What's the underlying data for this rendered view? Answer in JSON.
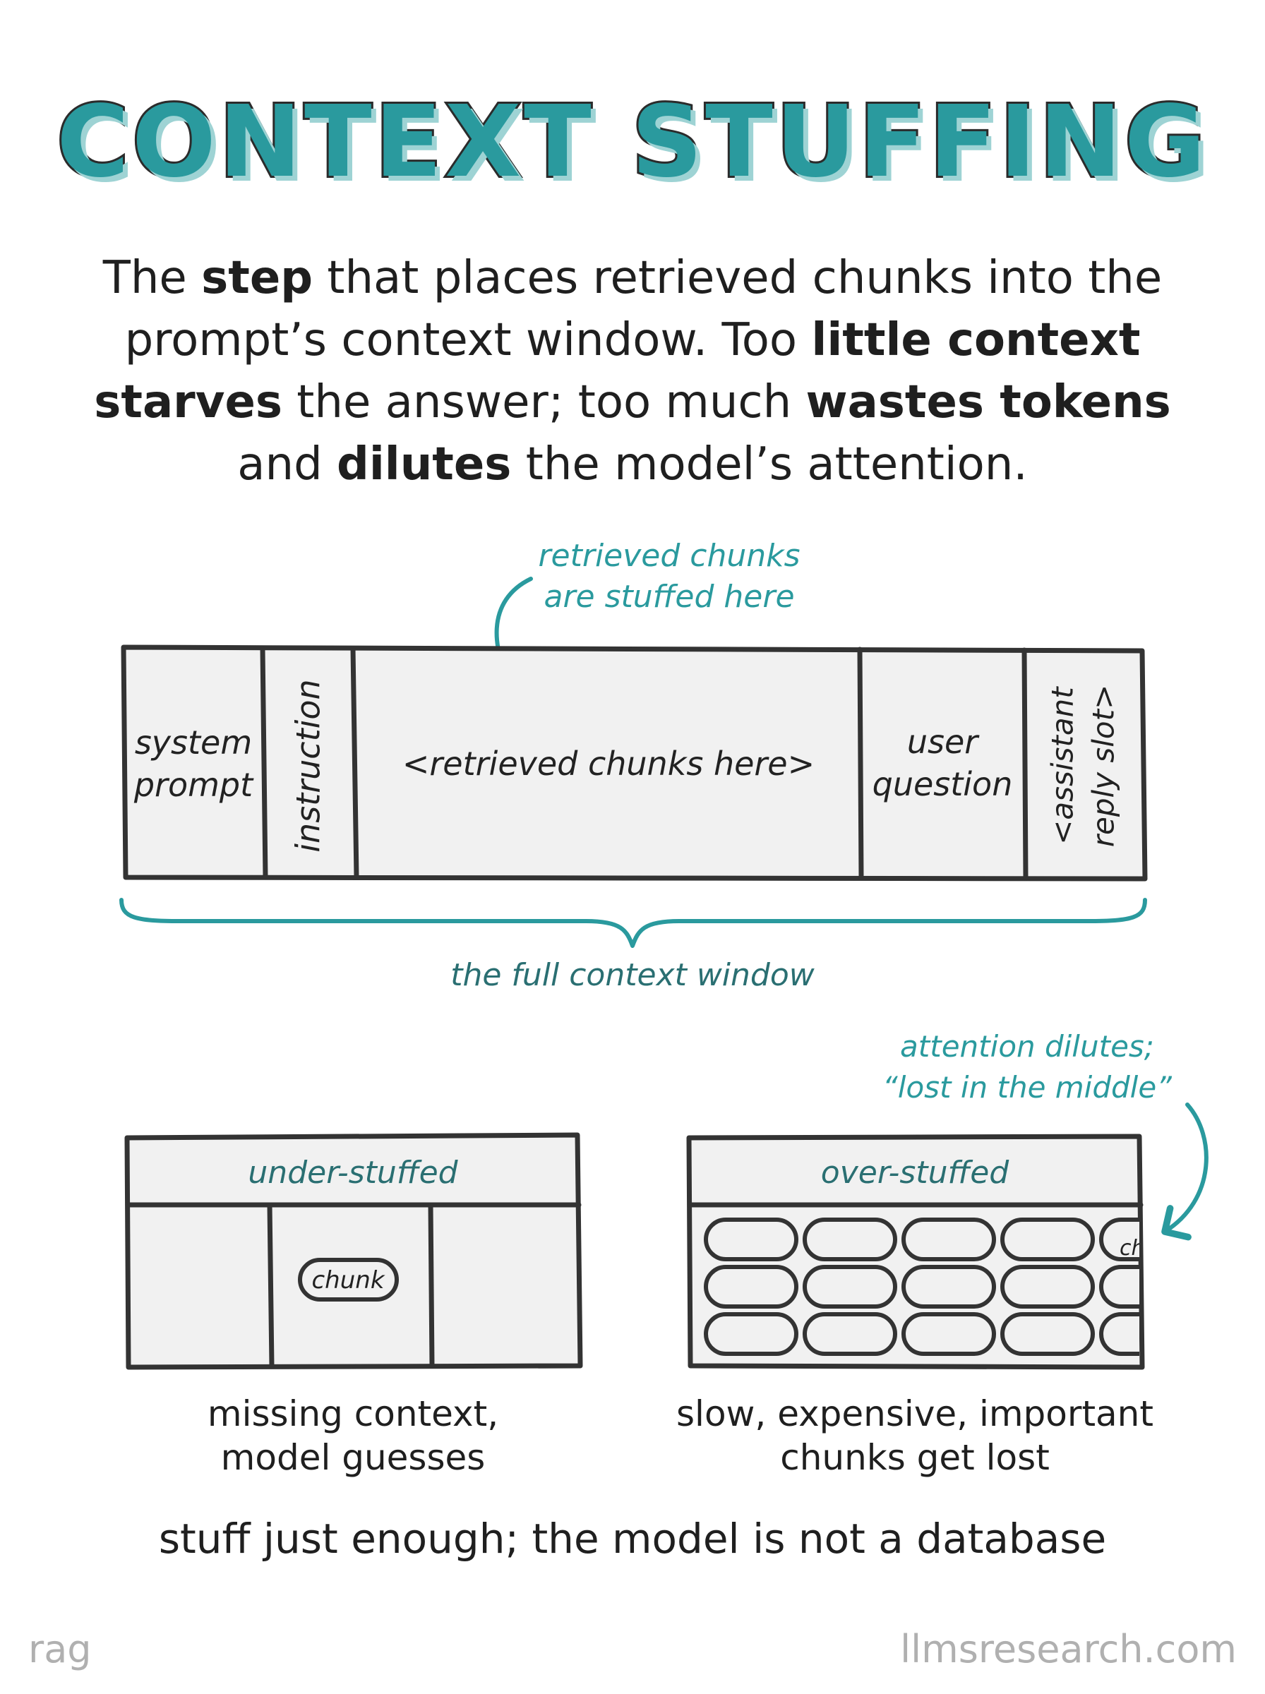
{
  "title": "CONTEXT STUFFING",
  "intro": {
    "p1": "The ",
    "b1": "step",
    "p2": " that places retrieved chunks into the prompt’s context window. Too ",
    "b2": "little context starves",
    "p3": " the answer; too much ",
    "b3": "wastes tokens",
    "p4": " and ",
    "b4": "dilutes",
    "p5": " the model’s attention."
  },
  "window_diagram": {
    "callout": [
      "retrieved chunks",
      "are stuffed here"
    ],
    "system_prompt": [
      "system",
      "prompt"
    ],
    "instruction": "instruction",
    "retrieved": "<retrieved chunks here>",
    "user_question": [
      "user",
      "question"
    ],
    "assistant_slot": [
      "<assistant",
      "reply slot>"
    ],
    "brace_label": "the full context window"
  },
  "under": {
    "header": "under-stuffed",
    "chunk": "chunk",
    "caption": [
      "missing context,",
      "model guesses"
    ]
  },
  "over": {
    "header": "over-stuffed",
    "cut_chunk": "ch",
    "callout": [
      "attention dilutes;",
      "“lost in the middle”"
    ],
    "caption": [
      "slow, expensive, important",
      "chunks get lost"
    ]
  },
  "conclusion": "stuff just enough; the model is not a database",
  "footer": {
    "left": "rag",
    "right": "llmsresearch.com"
  },
  "colors": {
    "teal": "#2a9a9e",
    "ink": "#333333",
    "box_fill": "#f1f1f1"
  }
}
